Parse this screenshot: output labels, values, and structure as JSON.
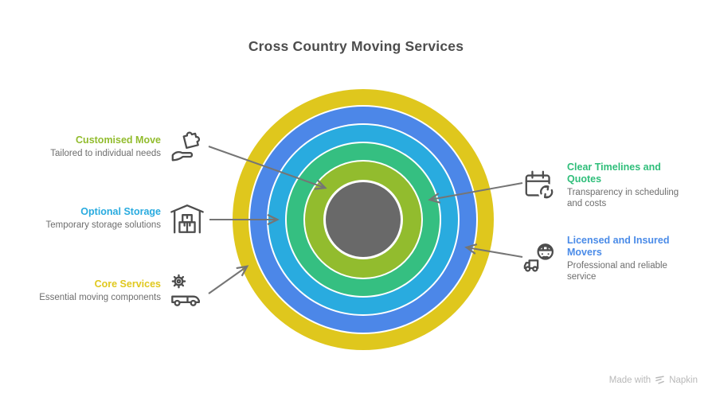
{
  "title": "Cross Country Moving Services",
  "colors": {
    "title_text": "#4D4D4D",
    "subtitle_text": "#6E6E6E",
    "icon_stroke": "#4D4D4D",
    "arrow": "#757575",
    "ring_gap": "#FFFFFF",
    "center_circle": "#696969"
  },
  "rings": [
    {
      "position": "outer",
      "label": "Core Services",
      "color": "#DFC71D"
    },
    {
      "position": "second",
      "label": "Licensed and Insured Movers",
      "color": "#4C87E8"
    },
    {
      "position": "third",
      "label": "Optional Storage",
      "color": "#29ABDF"
    },
    {
      "position": "fourth",
      "label": "Clear Timelines and Quotes",
      "color": "#35BF81"
    },
    {
      "position": "inner",
      "label": "Customised Move",
      "color": "#92BC2E"
    }
  ],
  "left_items": [
    {
      "title": "Customised Move",
      "subtitle": "Tailored to individual needs",
      "color": "#92BC2E",
      "icon": "puzzle-hand-icon"
    },
    {
      "title": "Optional Storage",
      "subtitle": "Temporary storage solutions",
      "color": "#29ABDF",
      "icon": "warehouse-boxes-icon"
    },
    {
      "title": "Core Services",
      "subtitle": "Essential moving components",
      "color": "#E0C81E",
      "icon": "gear-truck-icon"
    }
  ],
  "right_items": [
    {
      "title": "Clear Timelines and Quotes",
      "subtitle": "Transparency in scheduling and costs",
      "color": "#2FBE7A",
      "icon": "calendar-sync-icon"
    },
    {
      "title": "Licensed and Insured Movers",
      "subtitle": "Professional and reliable service",
      "color": "#4A8BE8",
      "icon": "driver-truck-icon"
    }
  ],
  "footer": {
    "made_with": "Made with",
    "brand": "Napkin"
  }
}
